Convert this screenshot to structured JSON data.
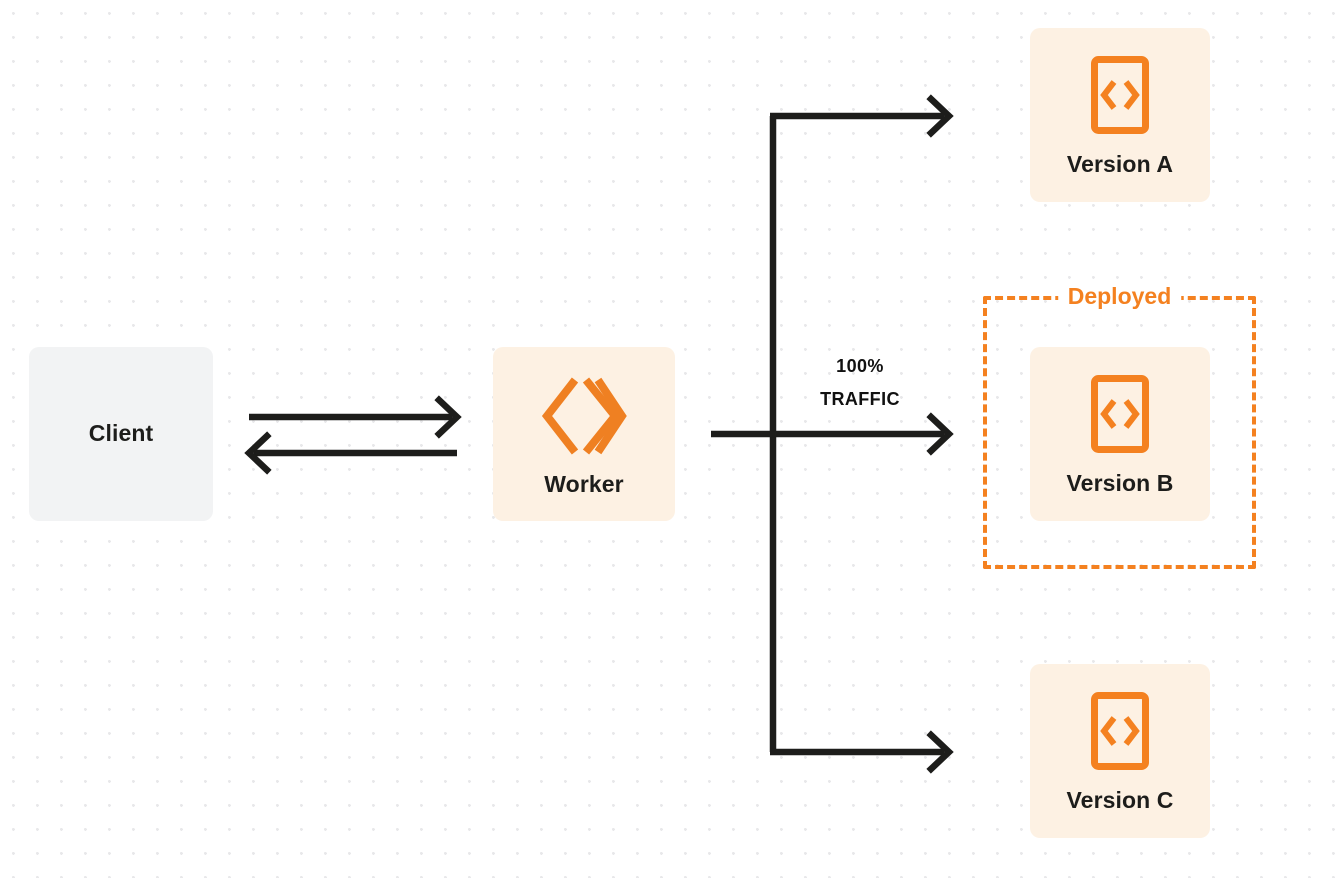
{
  "diagram": {
    "title": "Worker version traffic routing",
    "background": "#ffffff",
    "dot_grid_color": "#e8e8ea",
    "colors": {
      "accent_orange": "#f48120",
      "card_tint": "#fdf1e3",
      "client_gray": "#f2f3f4",
      "stroke_dark": "#1d1d1b",
      "text_dark": "#1d1d1b"
    }
  },
  "client": {
    "label": "Client",
    "icon": "none"
  },
  "worker": {
    "label": "Worker",
    "icon": "cloudflare-workers-logo"
  },
  "traffic": {
    "percent_line": "100%",
    "unit_line": "TRAFFIC"
  },
  "deployed_group": {
    "label": "Deployed",
    "contains": "Version B",
    "border_style": "dashed",
    "border_color": "#f48120"
  },
  "versions": [
    {
      "id": "a",
      "label": "Version A",
      "icon": "code-file-icon",
      "deployed": false
    },
    {
      "id": "b",
      "label": "Version B",
      "icon": "code-file-icon",
      "deployed": true
    },
    {
      "id": "c",
      "label": "Version C",
      "icon": "code-file-icon",
      "deployed": false
    }
  ],
  "connections": [
    {
      "id": "client-to-worker",
      "from": "Client",
      "to": "Worker",
      "direction": "right"
    },
    {
      "id": "worker-to-client",
      "from": "Worker",
      "to": "Client",
      "direction": "left"
    },
    {
      "id": "worker-to-version-a",
      "from": "Worker",
      "to": "Version A",
      "direction": "right"
    },
    {
      "id": "worker-to-version-b",
      "from": "Worker",
      "to": "Version B",
      "direction": "right",
      "label": "100% TRAFFIC"
    },
    {
      "id": "worker-to-version-c",
      "from": "Worker",
      "to": "Version C",
      "direction": "right"
    }
  ]
}
